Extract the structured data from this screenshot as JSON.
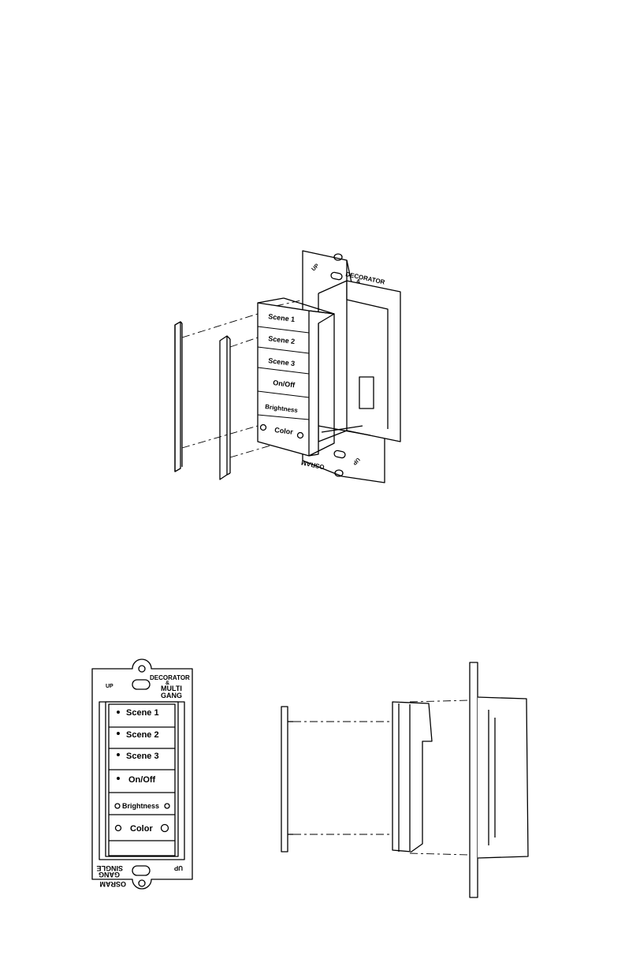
{
  "wallplate": {
    "up_label": "UP",
    "rating_line1": "DECORATOR",
    "rating_line2": "&",
    "rating_line3": "MULTI",
    "rating_line4": "GANG",
    "bottom_rating_line1": "SINGLE",
    "bottom_rating_line2": "GANG",
    "brand": "OSRAM"
  },
  "keypad": {
    "buttons": [
      {
        "label": "Scene 1"
      },
      {
        "label": "Scene 2"
      },
      {
        "label": "Scene 3"
      },
      {
        "label": "On/Off"
      },
      {
        "label": "Brightness"
      },
      {
        "label": "Color"
      }
    ]
  }
}
